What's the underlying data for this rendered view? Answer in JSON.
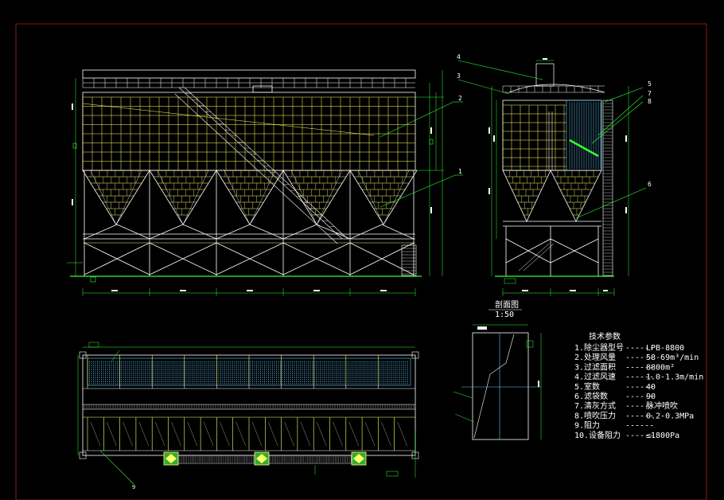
{
  "colors": {
    "background": "#000000",
    "frame": "#8b1a1a",
    "grid": "#ffff66",
    "structure": "#ffffff",
    "dimension": "#33ff33",
    "filter": "#66ccff",
    "leader": "#33ff33"
  },
  "callouts": {
    "front": [
      "2",
      "1"
    ],
    "side": [
      "4",
      "3",
      "5",
      "7",
      "8",
      "6"
    ],
    "plan": [
      "9"
    ]
  },
  "section": {
    "title_cn": "剖面图",
    "scale": "1:50"
  },
  "specs": {
    "title": "技术参数",
    "rows": [
      {
        "label": "1.除尘器型号",
        "value": "LPB-8800"
      },
      {
        "label": "2.处理风量",
        "value": "58-69m³/min"
      },
      {
        "label": "3.过滤面积",
        "value": "8800m²"
      },
      {
        "label": "4.过滤风速",
        "value": "1.0-1.3m/min"
      },
      {
        "label": "5.室数",
        "value": "40"
      },
      {
        "label": "6.滤袋数",
        "value": "90"
      },
      {
        "label": "7.清灰方式",
        "value": "脉冲喷吹"
      },
      {
        "label": "8.喷吹压力",
        "value": "0.2-0.3MPa"
      },
      {
        "label": "9.阻力",
        "value": ""
      },
      {
        "label": "10.设备阻力",
        "value": "≤1800Pa"
      }
    ]
  }
}
